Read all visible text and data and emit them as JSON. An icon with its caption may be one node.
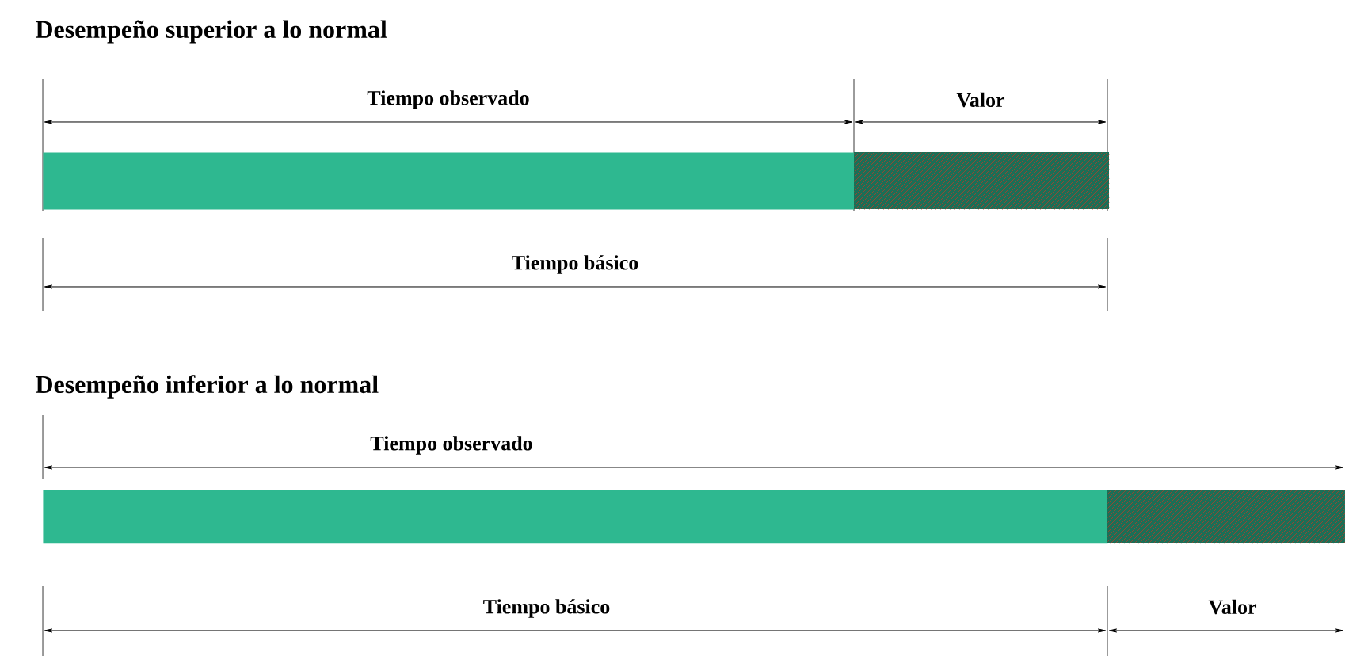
{
  "diagram": {
    "nodes": [
      {
        "text": [],
        "shape": "bar"
      },
      {
        "text": [],
        "shape": "bar"
      },
      {
        "text": [],
        "shape": "bar"
      },
      {
        "text": [],
        "shape": "bar"
      }
    ],
    "labels": [
      "Desempeño superior a lo normal",
      "Tiempo observado",
      "Valor",
      "Tiempo básico",
      "Desempeño inferior a lo normal",
      "Tiempo observado",
      "Tiempo básico",
      "Valor"
    ]
  }
}
